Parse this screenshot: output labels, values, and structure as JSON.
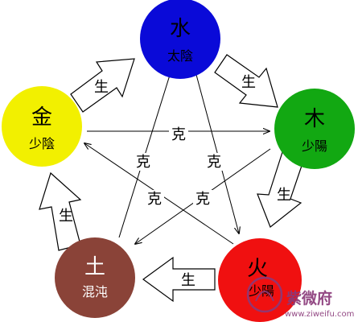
{
  "elements": {
    "water": {
      "name": "水",
      "sub": "太陰",
      "color": "#0a0ad8"
    },
    "wood": {
      "name": "木",
      "sub": "少陽",
      "color": "#12a812"
    },
    "fire": {
      "name": "火",
      "sub": "少陽",
      "color": "#f01010"
    },
    "earth": {
      "name": "土",
      "sub": "混沌",
      "color": "#8a4338"
    },
    "metal": {
      "name": "金",
      "sub": "少陰",
      "color": "#f2f000"
    }
  },
  "labels": {
    "generate": "生",
    "control": "克"
  },
  "watermark": {
    "brand": "紫微府",
    "url": "www.ziweifu.com"
  }
}
